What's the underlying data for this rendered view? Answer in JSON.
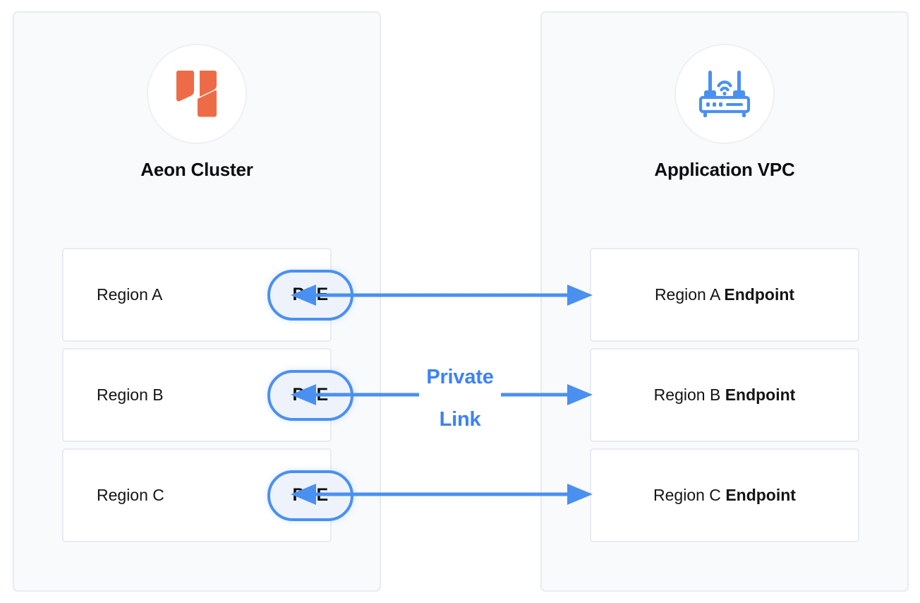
{
  "colors": {
    "accent_blue": "#3b82f6",
    "arrow_blue": "#4a90f0",
    "logo_orange": "#ed6c47",
    "panel_bg": "#f8fafc",
    "panel_border": "#e8ecf2",
    "box_bg": "#ffffff",
    "pill_fill": "#eef3fb",
    "text_dark": "#0b0d11"
  },
  "left_panel": {
    "icon_name": "aeon-logo-icon",
    "title": "Aeon Cluster",
    "rows": [
      {
        "label": "Region A",
        "badge": "PSE"
      },
      {
        "label": "Region B",
        "badge": "PSE"
      },
      {
        "label": "Region C",
        "badge": "PSE"
      }
    ]
  },
  "right_panel": {
    "icon_name": "router-icon",
    "title": "Application VPC",
    "rows": [
      {
        "prefix": "Region A ",
        "bold": "Endpoint"
      },
      {
        "prefix": "Region B ",
        "bold": "Endpoint"
      },
      {
        "prefix": "Region C ",
        "bold": "Endpoint"
      }
    ]
  },
  "connections": {
    "label_line1": "Private",
    "label_line2": "Link",
    "style": "double-headed-arrow",
    "count": 3
  }
}
